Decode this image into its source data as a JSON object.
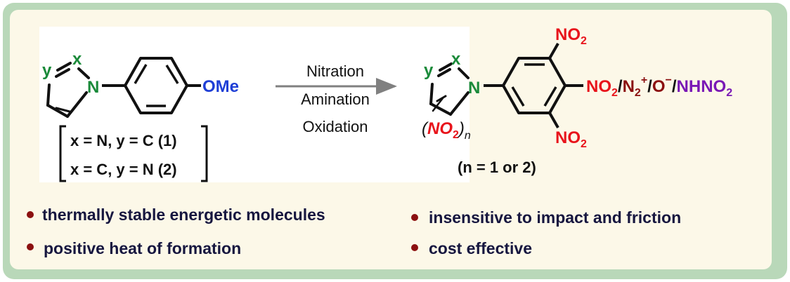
{
  "colors": {
    "frame": "#b9d8b9",
    "panel": "#fcf8e8",
    "ring_label": "#1a8a3a",
    "nitrogen": "#1a8a3a",
    "methoxy": "#1f3fd6",
    "nitro": "#e8141b",
    "dark_red": "#8b1010",
    "purple": "#7a19b5",
    "bullet": "#8b1010",
    "bullet_text": "#16163f",
    "arrow": "#808080"
  },
  "reactant": {
    "label_y": "y",
    "label_x": "x",
    "label_n": "N",
    "substituent": "OMe"
  },
  "conditions": {
    "line1": "x = N, y = C (1)",
    "line2": "x = C, y = N (2)"
  },
  "reagents": [
    "Nitration",
    "Amination",
    "Oxidation"
  ],
  "product": {
    "label_y": "y",
    "label_x": "x",
    "label_n": "N",
    "ring_nitro_open": "(",
    "ring_nitro_group": "NO",
    "ring_nitro_sub": "2",
    "ring_nitro_close": ")",
    "ring_nitro_n": "n",
    "top_nitro": "NO",
    "top_nitro_sub": "2",
    "bottom_nitro": "NO",
    "bottom_nitro_sub": "2",
    "para": {
      "g1": "NO",
      "g1_sub": "2",
      "sep1": "/",
      "g2": "N",
      "g2_sub": "2",
      "g2_sup": "+",
      "sep2": "/",
      "g3": "O",
      "g3_sup": "−",
      "sep3": "/",
      "g4": "NHNO",
      "g4_sub": "2"
    },
    "n_note": "(n = 1 or 2)"
  },
  "features": [
    "thermally stable energetic molecules",
    "insensitive to impact and friction",
    "positive heat of formation",
    "cost effective"
  ]
}
